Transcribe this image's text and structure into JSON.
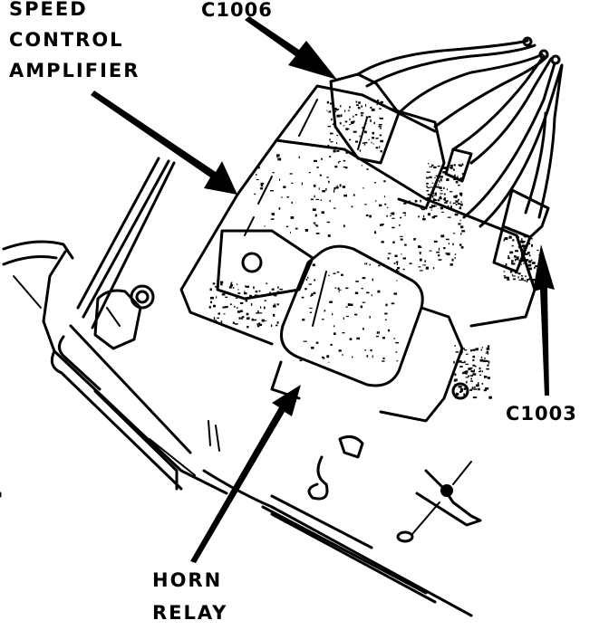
{
  "figure": {
    "type": "line-art component locator illustration",
    "ink_color": "#000000",
    "background_color": "#ffffff"
  },
  "callouts": [
    {
      "id": "speed-control-amplifier",
      "lines": [
        "SPEED",
        "CONTROL",
        "AMPLIFIER"
      ],
      "points_to": "speed control amplifier module"
    },
    {
      "id": "c1006",
      "lines": [
        "C1006"
      ],
      "points_to": "upper connector"
    },
    {
      "id": "c1003",
      "lines": [
        "C1003"
      ],
      "points_to": "right-side connector"
    },
    {
      "id": "horn-relay",
      "lines": [
        "HORN",
        "RELAY"
      ],
      "points_to": "horn relay"
    }
  ],
  "components": [
    {
      "name": "speed control amplifier",
      "icon": "module-housing"
    },
    {
      "name": "horn relay",
      "icon": "relay-box"
    },
    {
      "name": "connector C1006",
      "icon": "connector-plug"
    },
    {
      "name": "connector C1003",
      "icon": "connector-plug"
    },
    {
      "name": "mounting bracket",
      "icon": "bracket"
    },
    {
      "name": "mounting nut",
      "icon": "hex-nut"
    },
    {
      "name": "wiring harness",
      "icon": "wire-bundle"
    }
  ]
}
